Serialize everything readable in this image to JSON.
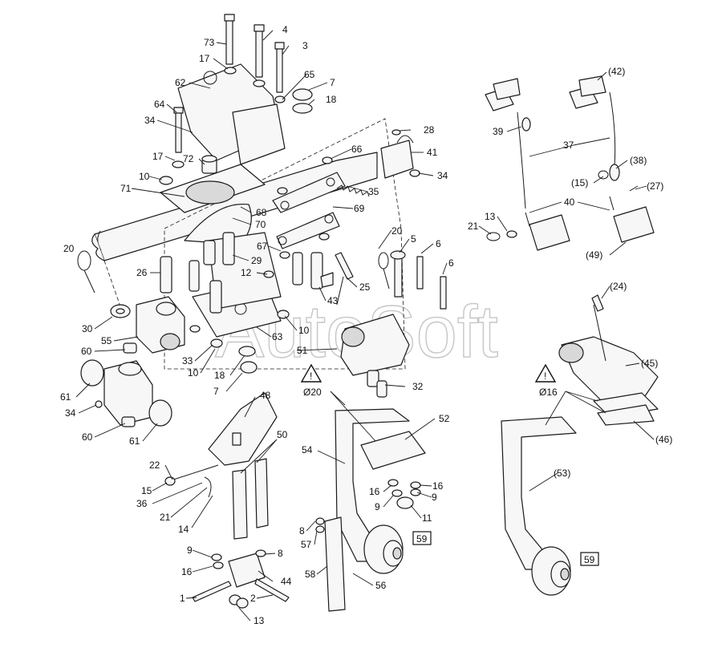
{
  "watermark": "AutoSoft",
  "warnings": [
    {
      "symbol": "!",
      "text": "Ø20"
    },
    {
      "symbol": "!",
      "text": "Ø16"
    }
  ],
  "labels": [
    {
      "id": "l73",
      "text": "73"
    },
    {
      "id": "l4",
      "text": "4"
    },
    {
      "id": "l3",
      "text": "3"
    },
    {
      "id": "l17a",
      "text": "17"
    },
    {
      "id": "l65",
      "text": "65"
    },
    {
      "id": "l7a",
      "text": "7"
    },
    {
      "id": "l62",
      "text": "62"
    },
    {
      "id": "l18a",
      "text": "18"
    },
    {
      "id": "l64",
      "text": "64"
    },
    {
      "id": "l34a",
      "text": "34"
    },
    {
      "id": "l28",
      "text": "28"
    },
    {
      "id": "l41",
      "text": "41"
    },
    {
      "id": "l17b",
      "text": "17"
    },
    {
      "id": "l72",
      "text": "72"
    },
    {
      "id": "l66",
      "text": "66"
    },
    {
      "id": "l10a",
      "text": "10"
    },
    {
      "id": "l34b",
      "text": "34"
    },
    {
      "id": "l71",
      "text": "71"
    },
    {
      "id": "l35",
      "text": "35"
    },
    {
      "id": "l69",
      "text": "69"
    },
    {
      "id": "l68",
      "text": "68"
    },
    {
      "id": "l70",
      "text": "70"
    },
    {
      "id": "l20a",
      "text": "20"
    },
    {
      "id": "l20b",
      "text": "20"
    },
    {
      "id": "l5",
      "text": "5"
    },
    {
      "id": "l6a",
      "text": "6"
    },
    {
      "id": "l67",
      "text": "67"
    },
    {
      "id": "l29",
      "text": "29"
    },
    {
      "id": "l6b",
      "text": "6"
    },
    {
      "id": "l26",
      "text": "26"
    },
    {
      "id": "l12",
      "text": "12"
    },
    {
      "id": "l25",
      "text": "25"
    },
    {
      "id": "l43",
      "text": "43"
    },
    {
      "id": "l30",
      "text": "30"
    },
    {
      "id": "l55",
      "text": "55"
    },
    {
      "id": "l10b",
      "text": "10"
    },
    {
      "id": "l63",
      "text": "63"
    },
    {
      "id": "l60a",
      "text": "60"
    },
    {
      "id": "l51",
      "text": "51"
    },
    {
      "id": "l33",
      "text": "33"
    },
    {
      "id": "l10c",
      "text": "10"
    },
    {
      "id": "l18b",
      "text": "18"
    },
    {
      "id": "l7b",
      "text": "7"
    },
    {
      "id": "l61a",
      "text": "61"
    },
    {
      "id": "l34c",
      "text": "34"
    },
    {
      "id": "l32",
      "text": "32"
    },
    {
      "id": "l60b",
      "text": "60"
    },
    {
      "id": "l61b",
      "text": "61"
    },
    {
      "id": "l48",
      "text": "48"
    },
    {
      "id": "l52",
      "text": "52"
    },
    {
      "id": "l50",
      "text": "50"
    },
    {
      "id": "l54",
      "text": "54"
    },
    {
      "id": "l22",
      "text": "22"
    },
    {
      "id": "l15",
      "text": "15"
    },
    {
      "id": "l36",
      "text": "36"
    },
    {
      "id": "l21a",
      "text": "21"
    },
    {
      "id": "l14",
      "text": "14"
    },
    {
      "id": "l16a",
      "text": "16"
    },
    {
      "id": "l16b",
      "text": "16"
    },
    {
      "id": "l9a",
      "text": "9"
    },
    {
      "id": "l9b",
      "text": "9"
    },
    {
      "id": "l11",
      "text": "11"
    },
    {
      "id": "l8a",
      "text": "8"
    },
    {
      "id": "l57",
      "text": "57"
    },
    {
      "id": "l59a",
      "text": "59"
    },
    {
      "id": "l9c",
      "text": "9"
    },
    {
      "id": "l8b",
      "text": "8"
    },
    {
      "id": "l16c",
      "text": "16"
    },
    {
      "id": "l44",
      "text": "44"
    },
    {
      "id": "l58",
      "text": "58"
    },
    {
      "id": "l56",
      "text": "56"
    },
    {
      "id": "l1",
      "text": "1"
    },
    {
      "id": "l2",
      "text": "2"
    },
    {
      "id": "l13a",
      "text": "13"
    },
    {
      "id": "l42",
      "text": "(42)"
    },
    {
      "id": "l39",
      "text": "39"
    },
    {
      "id": "l37",
      "text": "37"
    },
    {
      "id": "l38",
      "text": "(38)"
    },
    {
      "id": "l15b",
      "text": "(15)"
    },
    {
      "id": "l27",
      "text": "(27)"
    },
    {
      "id": "l40",
      "text": "40"
    },
    {
      "id": "l21b",
      "text": "21"
    },
    {
      "id": "l13b",
      "text": "13"
    },
    {
      "id": "l49",
      "text": "(49)"
    },
    {
      "id": "l24",
      "text": "(24)"
    },
    {
      "id": "l45",
      "text": "(45)"
    },
    {
      "id": "l46",
      "text": "(46)"
    },
    {
      "id": "l53",
      "text": "(53)"
    },
    {
      "id": "l59b",
      "text": "59"
    }
  ]
}
